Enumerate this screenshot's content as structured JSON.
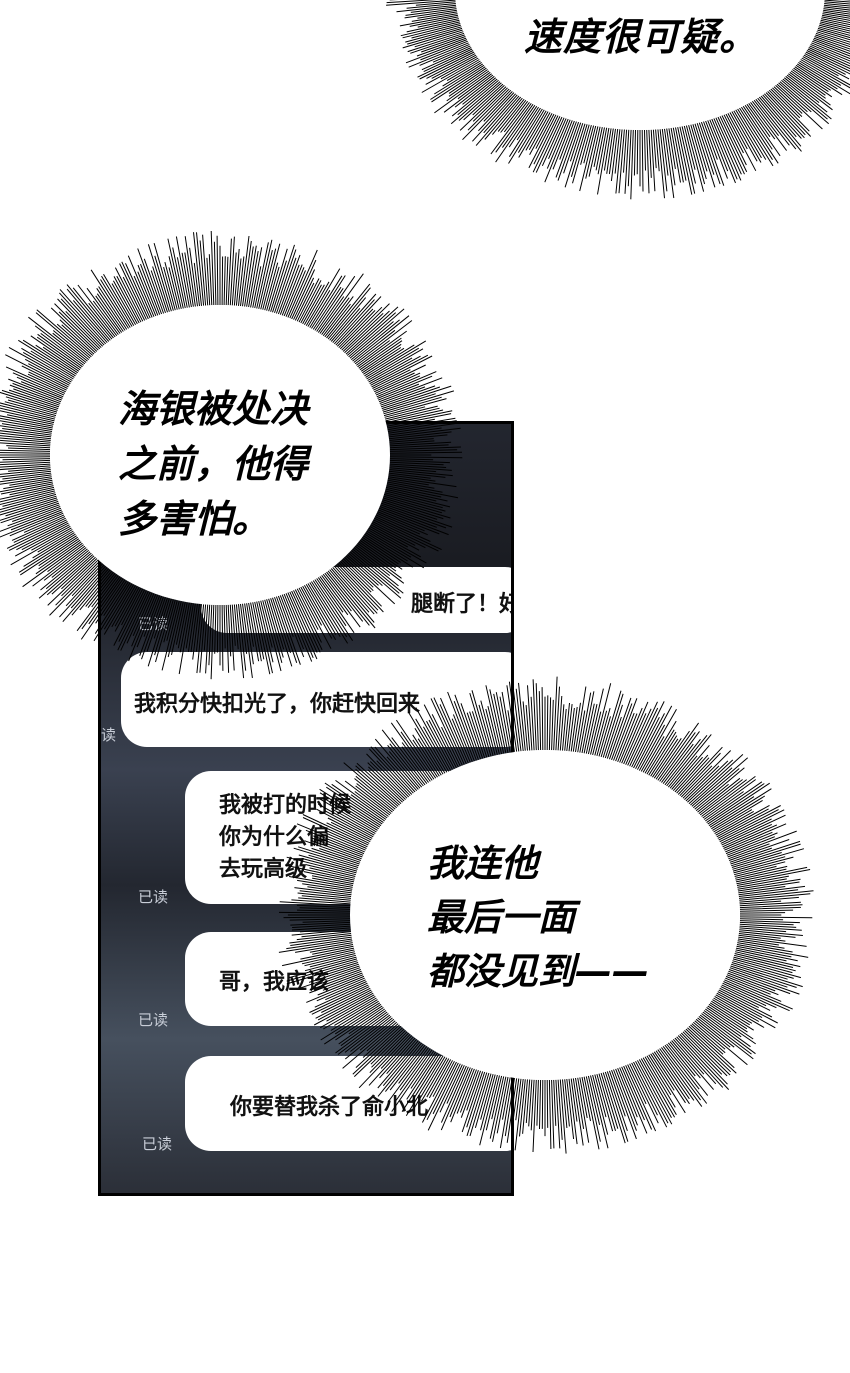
{
  "panel_top": {
    "speech": "速度很可疑。"
  },
  "chat_panel": {
    "messages": [
      {
        "text": "腿断了！好疼啊",
        "read": "已读"
      },
      {
        "text": "我积分快扣光了，你赶快回来",
        "read": "读"
      },
      {
        "lines": [
          "我被打的时候",
          "你为什么偏",
          "去玩高级"
        ],
        "read": "已读"
      },
      {
        "text": "哥，我应该",
        "read": "已读"
      },
      {
        "text": "你要替我杀了俞小北",
        "read": "已读"
      }
    ]
  },
  "speech_left": {
    "lines": [
      "海银被处决",
      "之前，他得",
      "多害怕。"
    ]
  },
  "speech_right": {
    "lines": [
      "我连他",
      "最后一面",
      "都没见到——"
    ]
  },
  "colors": {
    "background": "#ffffff",
    "phone_dark": "#1a1c22",
    "bubble": "#ffffff",
    "ink": "#000000"
  }
}
